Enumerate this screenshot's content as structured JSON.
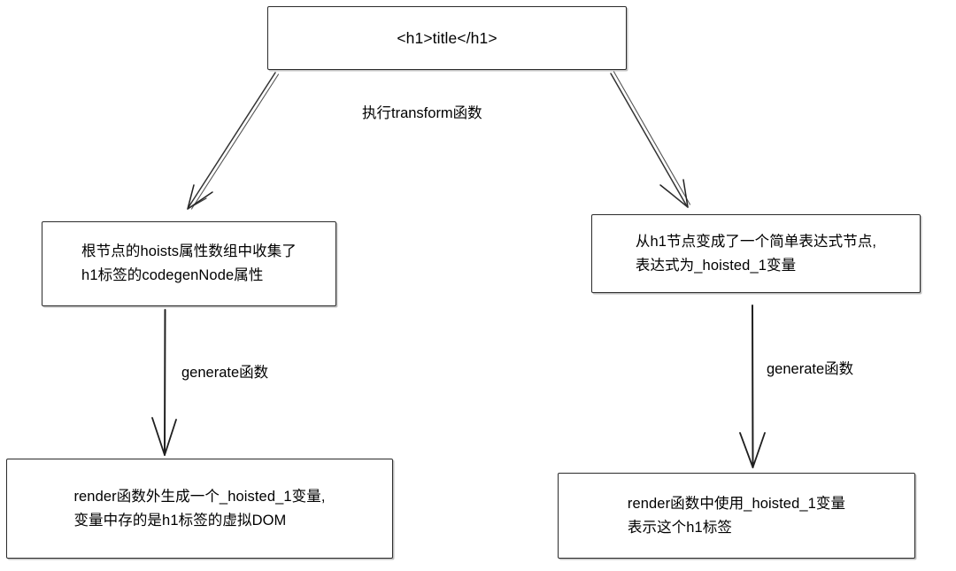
{
  "diagram": {
    "type": "flowchart",
    "direction": "top-down-branching",
    "background_color": "#ffffff",
    "stroke_color": "#2b2b2b",
    "text_color": "#000000",
    "nodes": [
      {
        "id": "root",
        "name": "root-template-node",
        "text": "<h1>title</h1>",
        "align": "center"
      },
      {
        "id": "hoists",
        "name": "hoists-collected-node",
        "text": "根节点的hoists属性数组中收集了\nh1标签的codegenNode属性",
        "align": "left"
      },
      {
        "id": "expression",
        "name": "simple-expression-node",
        "text": "从h1节点变成了一个简单表达式节点,\n表达式为_hoisted_1变量",
        "align": "left"
      },
      {
        "id": "render_outer",
        "name": "render-outer-variable-node",
        "text": "render函数外生成一个_hoisted_1变量,\n变量中存的是h1标签的虚拟DOM",
        "align": "left"
      },
      {
        "id": "render_inner",
        "name": "render-inner-usage-node",
        "text": "render函数中使用_hoisted_1变量\n表示这个h1标签",
        "align": "left"
      }
    ],
    "edges": [
      {
        "id": "root_to_hoists",
        "name": "edge-root-to-hoists",
        "from": "root",
        "to": "hoists",
        "label": "执行transform函数"
      },
      {
        "id": "root_to_expression",
        "name": "edge-root-to-expression",
        "from": "root",
        "to": "expression",
        "label": "执行transform函数"
      },
      {
        "id": "hoists_to_render_outer",
        "name": "edge-hoists-to-render-outer",
        "from": "hoists",
        "to": "render_outer",
        "label": "generate函数"
      },
      {
        "id": "expression_to_render_inner",
        "name": "edge-expression-to-render-inner",
        "from": "expression",
        "to": "render_inner",
        "label": "generate函数"
      }
    ],
    "labels": {
      "transform": "执行transform函数",
      "generate_left": "generate函数",
      "generate_right": "generate函数"
    }
  }
}
